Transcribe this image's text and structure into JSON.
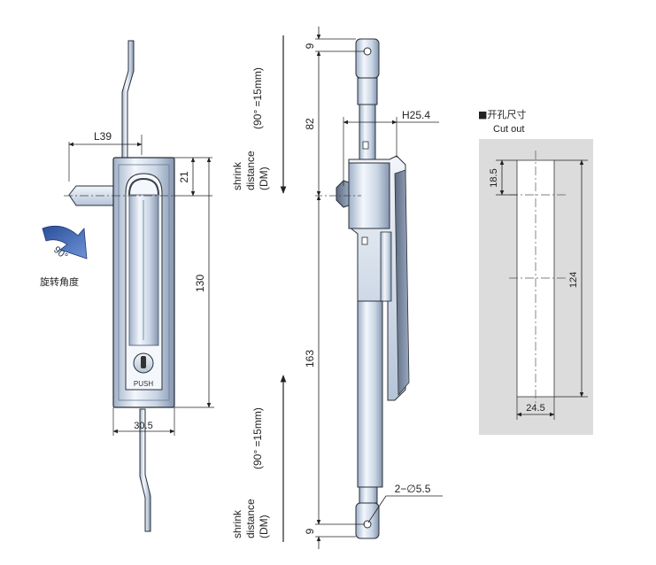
{
  "front_view": {
    "dim_l39": "L39",
    "dim_21": "21",
    "dim_130": "130",
    "dim_30_5": "30.5",
    "push_label": "PUSH",
    "rotation_angle": "90°",
    "rotation_caption": "旋转角度"
  },
  "travel": {
    "top_shrink": "shrink",
    "top_distance": "distance",
    "top_dm": "(DM)",
    "top_angle": "(90° =15mm)",
    "bottom_shrink": "shrink",
    "bottom_distance": "distance",
    "bottom_dm": "(DM)",
    "bottom_angle": "(90° =15mm)"
  },
  "side_view": {
    "dim_9_top": "9",
    "dim_82": "82",
    "dim_h25_4": "H25.4",
    "dim_163": "163",
    "dim_9_bottom": "9",
    "dim_hole": "2−∅5.5"
  },
  "cutout": {
    "title_cn": "■开孔尺寸",
    "title_en": "Cut out",
    "dim_18_5": "18.5",
    "dim_124": "124",
    "dim_24_5": "24.5"
  },
  "colors": {
    "metal_light": "#e8eef6",
    "metal_mid": "#b8c6d8",
    "metal_dark": "#7d8ea6",
    "outline": "#2b2f36",
    "cutout_panel": "#dcdcdc"
  }
}
